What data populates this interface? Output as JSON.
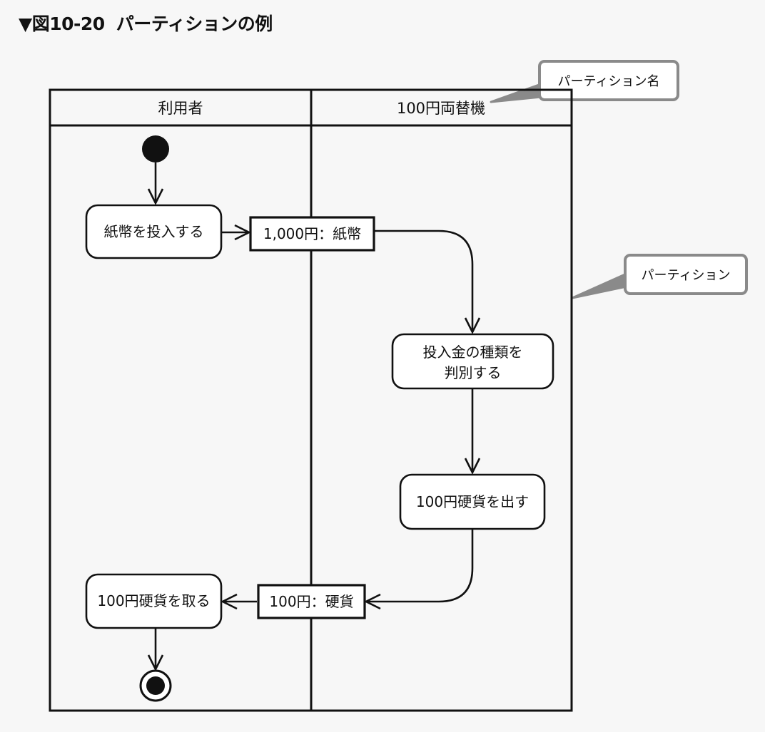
{
  "figure": {
    "marker": "▼",
    "number": "図10-20",
    "caption": "パーティションの例"
  },
  "partitions": [
    {
      "id": "user",
      "label": "利用者"
    },
    {
      "id": "changer",
      "label": "100円両替機"
    }
  ],
  "actions": {
    "insert_bill": "紙幣を投入する",
    "identify_line1": "投入金の種類を",
    "identify_line2": "判別する",
    "dispense_coin": "100円硬貨を出す",
    "take_coin": "100円硬貨を取る"
  },
  "objects": {
    "bill": "1,000円：紙幣",
    "coin": "100円：硬貨"
  },
  "callouts": {
    "partition_name": "パーティション名",
    "partition": "パーティション"
  },
  "colors": {
    "background": "#f7f7f7",
    "ink": "#111111",
    "callout_border": "#8a8a8a",
    "callout_fill": "#ffffff"
  }
}
